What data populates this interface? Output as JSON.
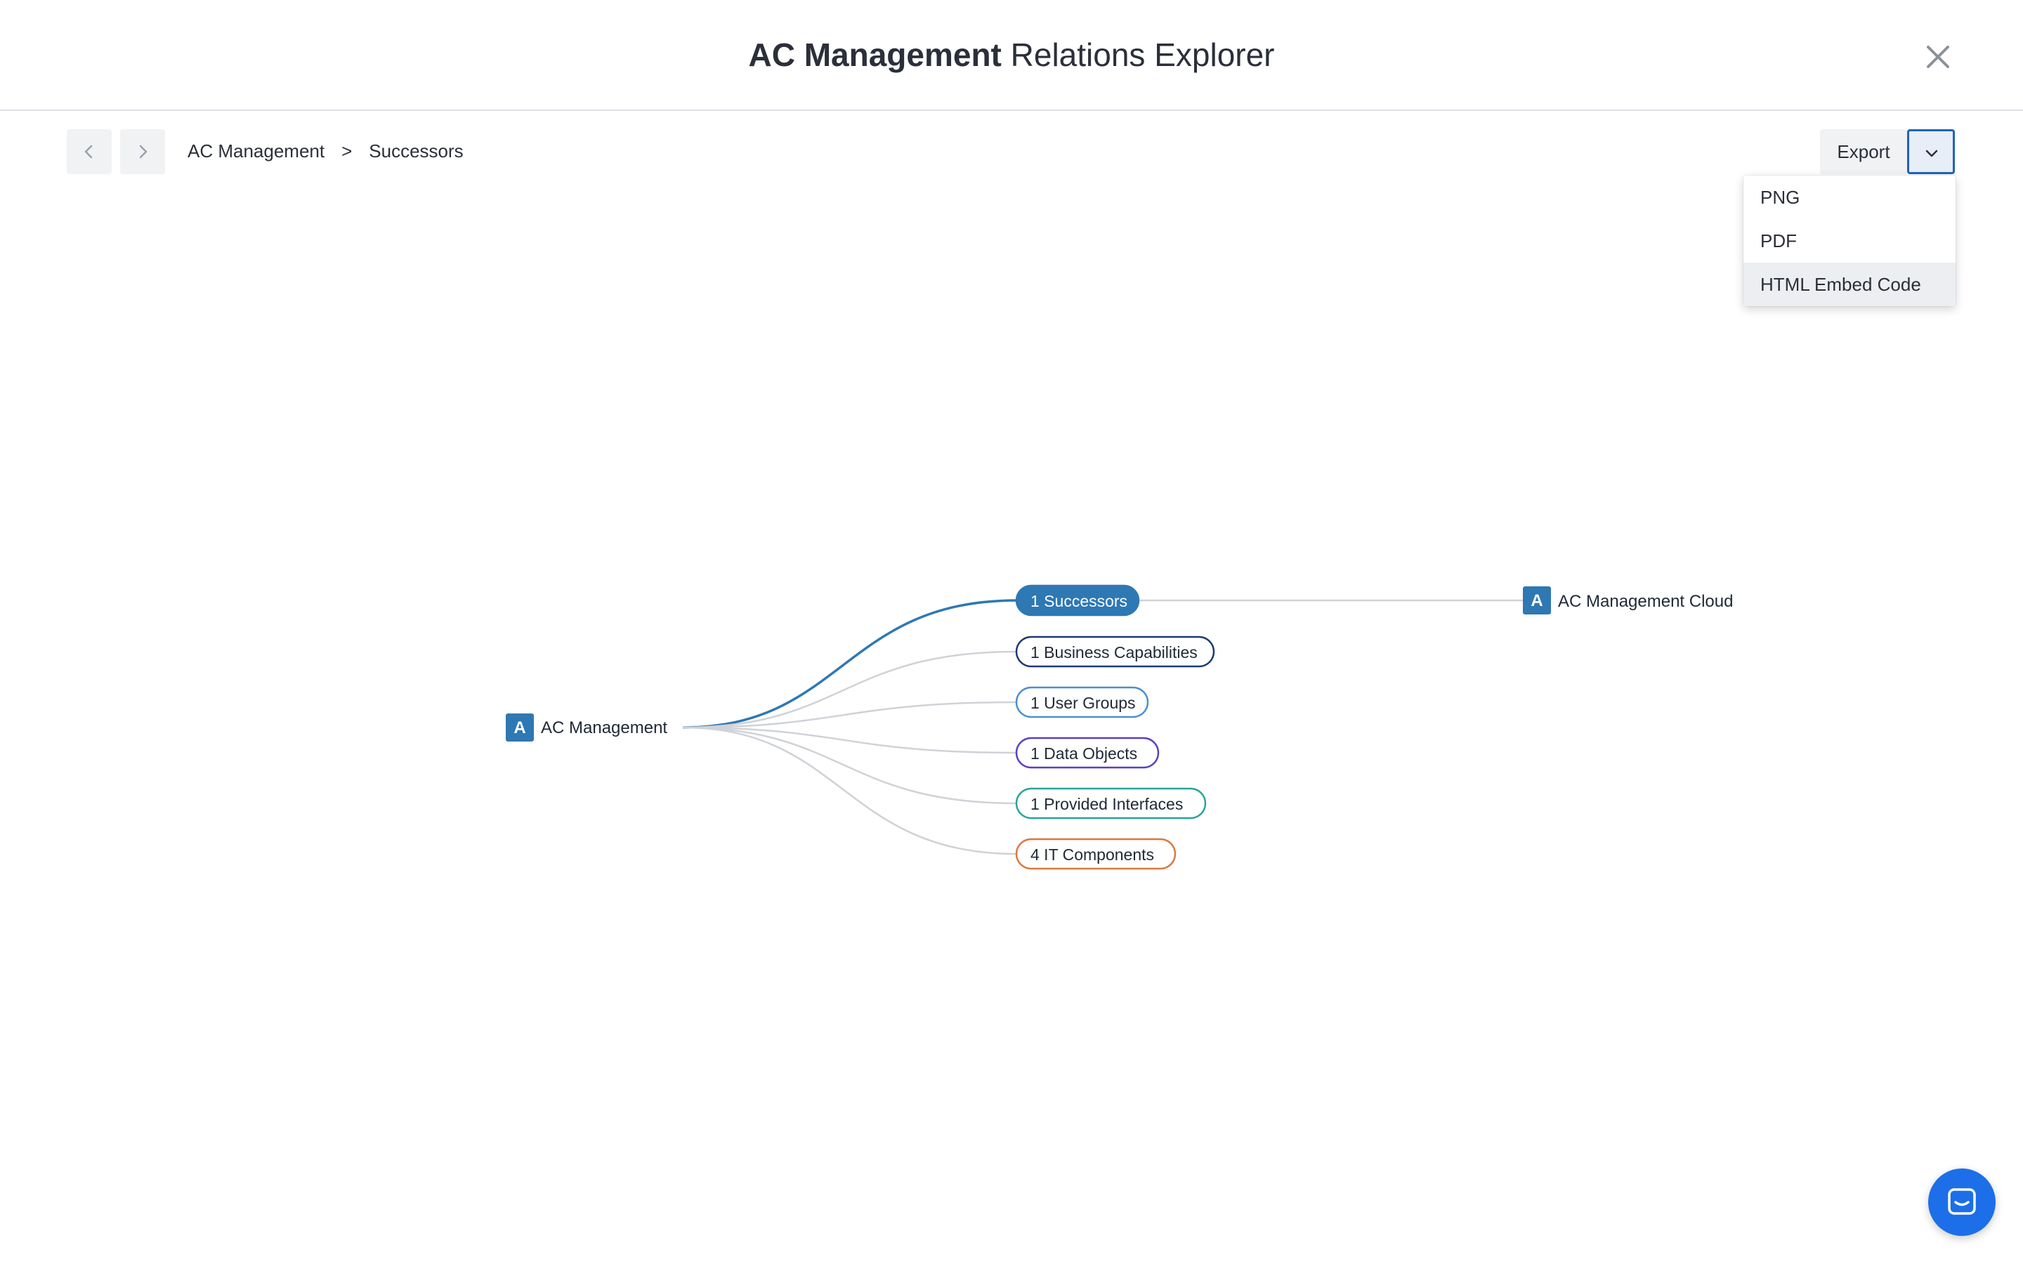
{
  "header": {
    "title_bold": "AC Management",
    "title_rest": "Relations Explorer",
    "close_icon": "close-icon"
  },
  "toolbar": {
    "back_icon": "chevron-left-icon",
    "forward_icon": "chevron-right-icon",
    "breadcrumb": [
      "AC Management",
      "Successors"
    ],
    "breadcrumb_separator": ">",
    "export_label": "Export",
    "export_toggle_icon": "chevron-down-icon"
  },
  "export_menu": {
    "items": [
      "PNG",
      "PDF",
      "HTML Embed Code"
    ],
    "highlighted_index": 2
  },
  "graph": {
    "root": {
      "badge": "A",
      "label": "AC Management"
    },
    "relations": [
      {
        "label": "1 Successors",
        "active": true,
        "color": "#2e78b3"
      },
      {
        "label": "1 Business Capabilities",
        "active": false,
        "color": "#1b3a78"
      },
      {
        "label": "1 User Groups",
        "active": false,
        "color": "#4a8fd6"
      },
      {
        "label": "1 Data Objects",
        "active": false,
        "color": "#5b3fc4"
      },
      {
        "label": "1 Provided Interfaces",
        "active": false,
        "color": "#2aa39a"
      },
      {
        "label": "4 IT Components",
        "active": false,
        "color": "#d97a3e"
      }
    ],
    "target": {
      "badge": "A",
      "label": "AC Management Cloud"
    }
  },
  "colors": {
    "accent": "#2e78b3",
    "badge": "#2e78b3",
    "chat_button": "#1c6fe8"
  },
  "chat_icon": "chat-icon"
}
